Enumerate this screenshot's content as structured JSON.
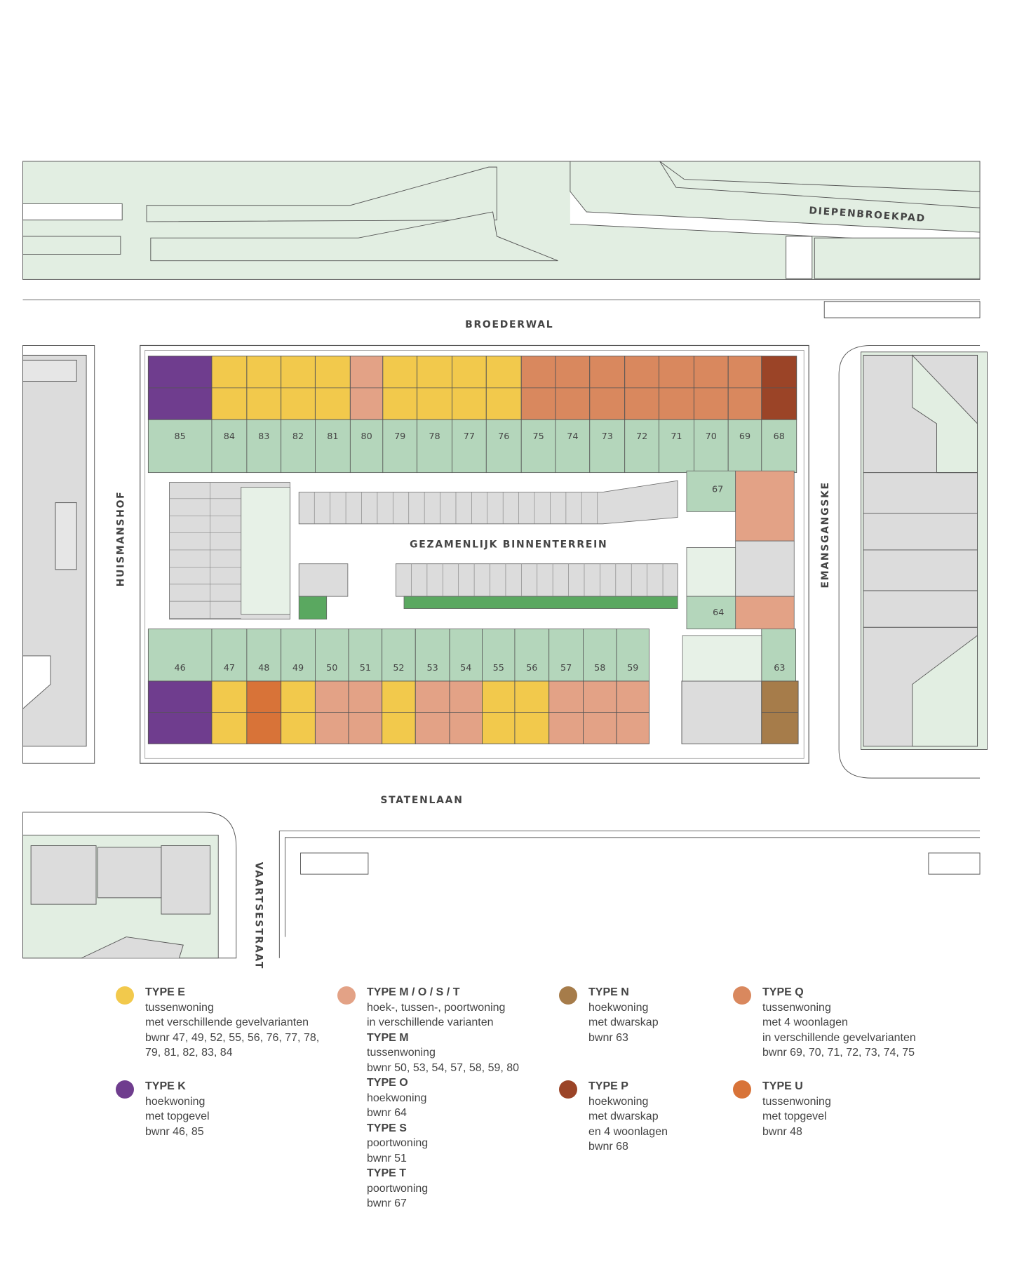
{
  "streets": {
    "top": "BROEDERWAL",
    "diagonal": "DIEPENBROEKPAD",
    "left": "HUISMANSHOF",
    "right": "EMANSGANGSKE",
    "bottom": "STATENLAAN",
    "bottom_left": "VAARTSESTRAAT",
    "courtyard": "GEZAMENLIJK BINNENTERREIN"
  },
  "colors": {
    "E": "#f2c94c",
    "K": "#6f3d8e",
    "M": "#e3a286",
    "N": "#a67c4a",
    "P": "#9b4427",
    "Q": "#d9885e",
    "U": "#d87338",
    "garden": "#b4d6bb",
    "grey": "#dcdcdc",
    "park": "#e2eee2"
  },
  "units_north": [
    {
      "nr": "85",
      "type": "K"
    },
    {
      "nr": "84",
      "type": "E"
    },
    {
      "nr": "83",
      "type": "E"
    },
    {
      "nr": "82",
      "type": "E"
    },
    {
      "nr": "81",
      "type": "E"
    },
    {
      "nr": "80",
      "type": "M"
    },
    {
      "nr": "79",
      "type": "E"
    },
    {
      "nr": "78",
      "type": "E"
    },
    {
      "nr": "77",
      "type": "E"
    },
    {
      "nr": "76",
      "type": "E"
    },
    {
      "nr": "75",
      "type": "Q"
    },
    {
      "nr": "74",
      "type": "Q"
    },
    {
      "nr": "73",
      "type": "Q"
    },
    {
      "nr": "72",
      "type": "Q"
    },
    {
      "nr": "71",
      "type": "Q"
    },
    {
      "nr": "70",
      "type": "Q"
    },
    {
      "nr": "69",
      "type": "Q"
    },
    {
      "nr": "68",
      "type": "P"
    }
  ],
  "units_south": [
    {
      "nr": "46",
      "type": "K"
    },
    {
      "nr": "47",
      "type": "E"
    },
    {
      "nr": "48",
      "type": "U"
    },
    {
      "nr": "49",
      "type": "E"
    },
    {
      "nr": "50",
      "type": "M"
    },
    {
      "nr": "51",
      "type": "M"
    },
    {
      "nr": "52",
      "type": "E"
    },
    {
      "nr": "53",
      "type": "M"
    },
    {
      "nr": "54",
      "type": "M"
    },
    {
      "nr": "55",
      "type": "E"
    },
    {
      "nr": "56",
      "type": "E"
    },
    {
      "nr": "57",
      "type": "M"
    },
    {
      "nr": "58",
      "type": "M"
    },
    {
      "nr": "59",
      "type": "M"
    },
    {
      "nr": "63",
      "type": "N"
    }
  ],
  "units_east": [
    {
      "nr": "67",
      "type": "M"
    },
    {
      "nr": "64",
      "type": "M"
    }
  ],
  "legend": [
    {
      "type": "E",
      "title": "TYPE E",
      "lines": [
        "tussenwoning",
        "met verschillende gevelvarianten",
        " bwnr 47, 49, 52, 55, 56, 76, 77, 78,",
        "79, 81, 82, 83, 84"
      ]
    },
    {
      "type": "K",
      "title": "TYPE K",
      "lines": [
        "hoekwoning",
        "met topgevel",
        "bwnr 46, 85"
      ]
    },
    {
      "type": "M",
      "title": "TYPE M / O / S / T",
      "lines": [
        "hoek-, tussen-, poortwoning",
        "in verschillende varianten"
      ],
      "sub": [
        {
          "title": "TYPE M",
          "lines": [
            "tussenwoning",
            "bwnr 50, 53, 54, 57, 58, 59, 80"
          ]
        },
        {
          "title": "TYPE O",
          "lines": [
            "hoekwoning",
            "bwnr 64"
          ]
        },
        {
          "title": "TYPE S",
          "lines": [
            "poortwoning",
            "bwnr 51"
          ]
        },
        {
          "title": "TYPE T",
          "lines": [
            "poortwoning",
            "bwnr 67"
          ]
        }
      ]
    },
    {
      "type": "N",
      "title": "TYPE N",
      "lines": [
        "hoekwoning",
        "met dwarskap",
        "bwnr 63"
      ]
    },
    {
      "type": "P",
      "title": "TYPE P",
      "lines": [
        "hoekwoning",
        "met dwarskap",
        "en 4 woonlagen",
        "bwnr 68"
      ]
    },
    {
      "type": "Q",
      "title": "TYPE Q",
      "lines": [
        "tussenwoning",
        "met 4 woonlagen",
        "in verschillende gevelvarianten",
        "bwnr 69, 70, 71, 72, 73, 74, 75"
      ]
    },
    {
      "type": "U",
      "title": "TYPE U",
      "lines": [
        "tussenwoning",
        "met topgevel",
        "bwnr 48"
      ]
    }
  ]
}
